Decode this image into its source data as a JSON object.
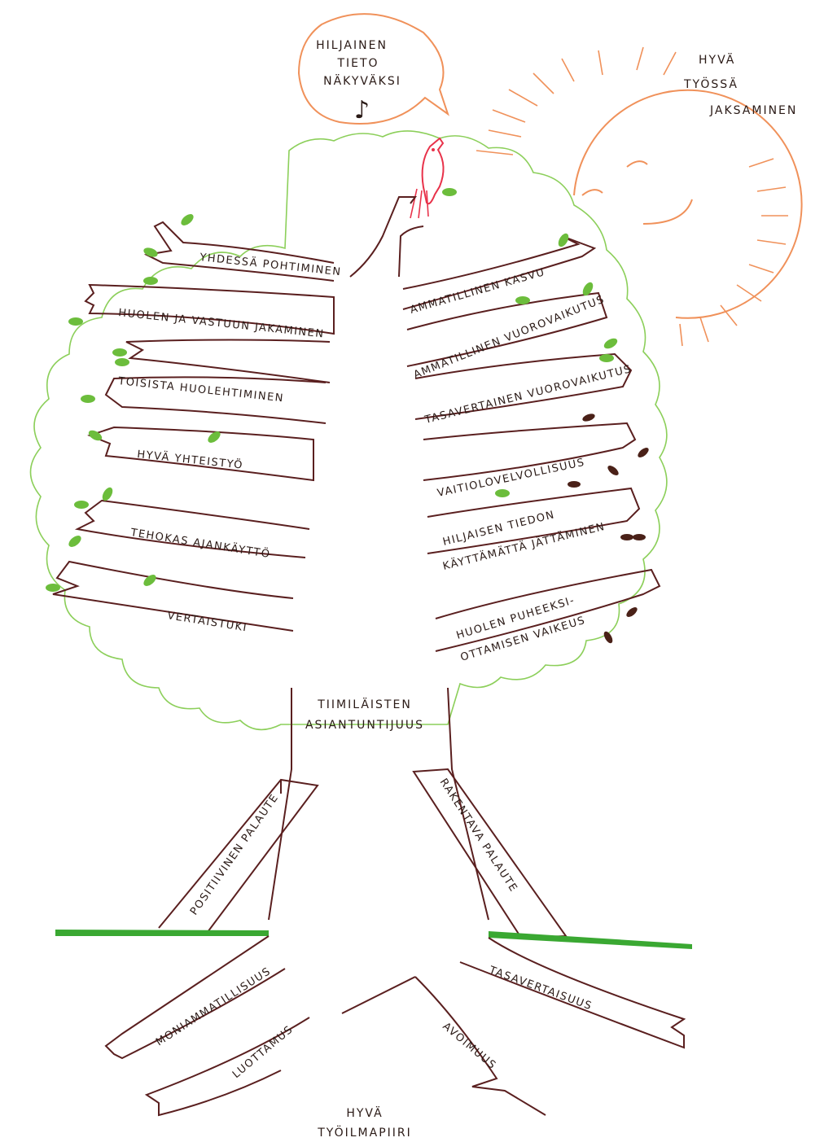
{
  "speech_bubble": {
    "lines": [
      "HILJAINEN",
      "TIETO",
      "NÄKYVÄKSI"
    ],
    "note": "♪"
  },
  "sun_text": [
    "HYVÄ",
    "TYÖSSÄ",
    "JAKSAMINEN"
  ],
  "left_branches": [
    "YHDESSÄ POHTIMINEN",
    "HUOLEN JA VASTUUN JAKAMINEN",
    "TOISISTA HUOLEHTIMINEN",
    "HYVÄ YHTEISTYÖ",
    "TEHOKAS AJANKÄYTTÖ",
    "VERTAISTUKI"
  ],
  "right_branches": [
    "AMMATILLINEN KASVU",
    "AMMATILLINEN VUOROVAIKUTUS",
    "TASAVERTAINEN VUOROVAIKUTUS",
    "VAITIOLOVELVOLLISUUS",
    [
      "HILJAISEN TIEDON",
      "KÄYTTÄMÄTTÄ JÄTTÄMINEN"
    ],
    [
      "HUOLEN PUHEEKSI-",
      "OTTAMISEN VAIKEUS"
    ]
  ],
  "trunk_text": [
    "TIIMILÄISTEN",
    "ASIANTUNTIJUUS"
  ],
  "supports": {
    "left": "POSITIIVINEN PALAUTE",
    "right": "RAKENTAVA PALAUTE"
  },
  "roots": [
    "MONIAMMATILLISUUS",
    "LUOTTAMUS",
    "TASAVERTAISUUS",
    "AVOIMUUS"
  ],
  "ground_text": [
    "HYVÄ",
    "TYÖILMAPIIRI"
  ],
  "colors": {
    "trunk": "#5a1f1f",
    "crown": "#8ccf5a",
    "leaf": "#6cbd3c",
    "dead_leaf": "#4a2118",
    "sun": "#f0915a",
    "bird": "#e8324a",
    "grass": "#3aa832"
  }
}
